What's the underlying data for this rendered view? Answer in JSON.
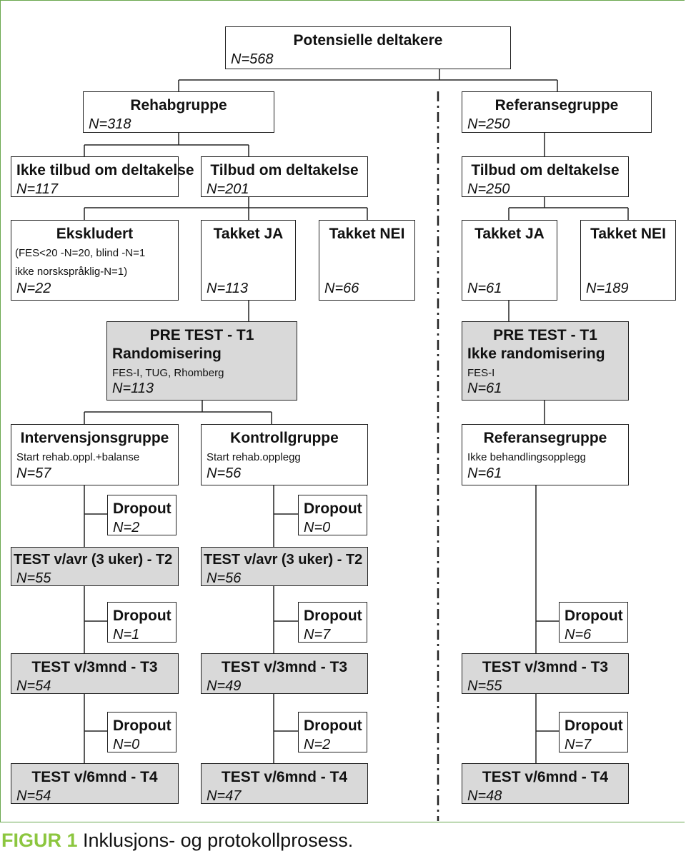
{
  "boxes": {
    "potential": {
      "title": "Potensielle deltakere",
      "n": "N=568"
    },
    "rehab": {
      "title": "Rehabgruppe",
      "n": "N=318"
    },
    "reference": {
      "title": "Referansegruppe",
      "n": "N=250"
    },
    "no_offer": {
      "title": "Ikke tilbud om deltakelse",
      "n": "N=117"
    },
    "offer_rehab": {
      "title": "Tilbud om deltakelse",
      "n": "N=201"
    },
    "offer_ref": {
      "title": "Tilbud om deltakelse",
      "n": "N=250"
    },
    "excluded": {
      "title": "Ekskludert",
      "detail1": "(FES<20 -N=20, blind -N=1",
      "detail2": "ikke norskspråklig-N=1)",
      "n": "N=22"
    },
    "yes_rehab": {
      "title": "Takket JA",
      "n": "N=113"
    },
    "no_rehab": {
      "title": "Takket NEI",
      "n": "N=66"
    },
    "yes_ref": {
      "title": "Takket JA",
      "n": "N=61"
    },
    "no_ref": {
      "title": "Takket NEI",
      "n": "N=189"
    },
    "pretest_rehab": {
      "title": "PRE TEST - T1",
      "subtitle": "Randomisering",
      "detail": "FES-I, TUG, Rhomberg",
      "n": "N=113"
    },
    "pretest_ref": {
      "title": "PRE TEST - T1",
      "subtitle": "Ikke randomisering",
      "detail": "FES-I",
      "n": "N=61"
    },
    "intervention": {
      "title": "Intervensjonsgruppe",
      "detail": "Start rehab.oppl.+balanse",
      "n": "N=57"
    },
    "control": {
      "title": "Kontrollgruppe",
      "detail": "Start rehab.opplegg",
      "n": "N=56"
    },
    "refgroup": {
      "title": "Referansegruppe",
      "detail": "Ikke behandlingsopplegg",
      "n": "N=61"
    },
    "drop_i1": {
      "title": "Dropout",
      "n": "N=2"
    },
    "drop_c1": {
      "title": "Dropout",
      "n": "N=0"
    },
    "t2_i": {
      "title": "TEST v/avr (3 uker) - T2",
      "n": "N=55"
    },
    "t2_c": {
      "title": "TEST v/avr (3 uker) - T2",
      "n": "N=56"
    },
    "drop_i2": {
      "title": "Dropout",
      "n": "N=1"
    },
    "drop_c2": {
      "title": "Dropout",
      "n": "N=7"
    },
    "drop_r2": {
      "title": "Dropout",
      "n": "N=6"
    },
    "t3_i": {
      "title": "TEST v/3mnd - T3",
      "n": "N=54"
    },
    "t3_c": {
      "title": "TEST v/3mnd - T3",
      "n": "N=49"
    },
    "t3_r": {
      "title": "TEST v/3mnd - T3",
      "n": "N=55"
    },
    "drop_i3": {
      "title": "Dropout",
      "n": "N=0"
    },
    "drop_c3": {
      "title": "Dropout",
      "n": "N=2"
    },
    "drop_r3": {
      "title": "Dropout",
      "n": "N=7"
    },
    "t4_i": {
      "title": "TEST v/6mnd - T4",
      "n": "N=54"
    },
    "t4_c": {
      "title": "TEST v/6mnd - T4",
      "n": "N=47"
    },
    "t4_r": {
      "title": "TEST v/6mnd - T4",
      "n": "N=48"
    }
  },
  "caption": {
    "label": "FIGUR 1",
    "text": "Inklusjons- og protokollprosess."
  },
  "colors": {
    "caption_label": "#8cc63f",
    "frame": "#6aa84f",
    "gray_box": "#d9d9d9"
  }
}
